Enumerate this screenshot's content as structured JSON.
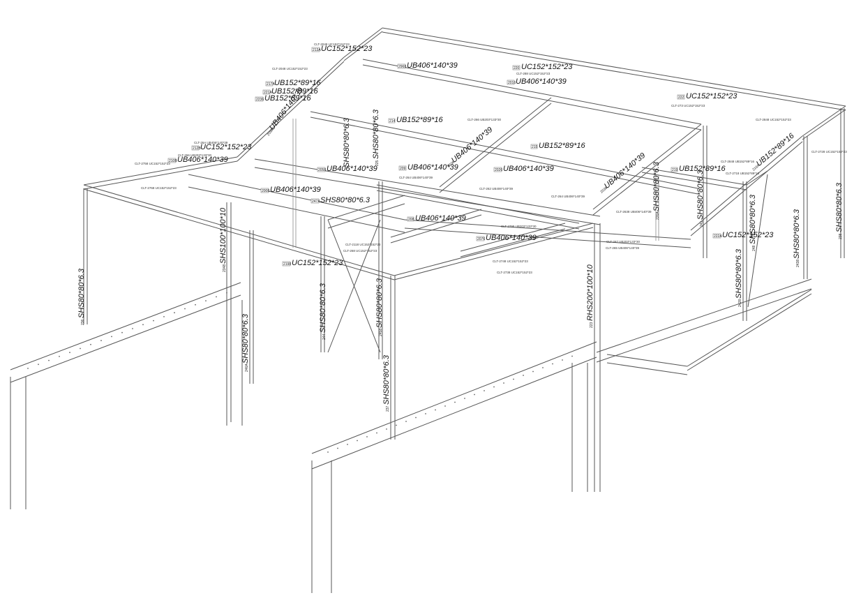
{
  "labels": [
    {
      "tag": "213A",
      "section": "UC152*152*23"
    },
    {
      "tag": "2968",
      "section": "UB406*140*39"
    },
    {
      "tag": "220",
      "section": "UC152*152*23"
    },
    {
      "tag": "2016",
      "section": "UB406*140*39"
    },
    {
      "tag": "217A",
      "section": "UB152*89*16"
    },
    {
      "tag": "221A",
      "section": "UB152*89*16"
    },
    {
      "tag": "2236",
      "section": "UB152*89*16"
    },
    {
      "tag": "222",
      "section": "UC152*152*23"
    },
    {
      "tag": "214",
      "section": "UB152*89*16"
    },
    {
      "tag": "2098",
      "section": "UB406*140*39"
    },
    {
      "tag": "212B",
      "section": "UC152*152*23"
    },
    {
      "tag": "210B",
      "section": "UB406*140*39"
    },
    {
      "tag": "",
      "section": "SHS80*80*6.3"
    },
    {
      "tag": "225",
      "section": "SHS80*80*6.3"
    },
    {
      "tag": "2058",
      "section": "UB406*140*39"
    },
    {
      "tag": "209",
      "section": "UB406*140*39"
    },
    {
      "tag": "2036",
      "section": "UB406*140*39"
    },
    {
      "tag": "215",
      "section": "UB152*89*16"
    },
    {
      "tag": "2026",
      "section": "UB406*140*39"
    },
    {
      "tag": "2038",
      "section": "UB406*140*39"
    },
    {
      "tag": "219",
      "section": "UB152*89*16"
    },
    {
      "tag": "216A",
      "section": "UB152*89*16"
    },
    {
      "tag": "2008",
      "section": "UB406*140*39"
    },
    {
      "tag": "247A",
      "section": "SHS80*80*6.3"
    },
    {
      "tag": "208",
      "section": "UB406*140*39"
    },
    {
      "tag": "2076",
      "section": "UB406*140*39"
    },
    {
      "tag": "2198",
      "section": "UC152*152*23"
    },
    {
      "tag": "222A",
      "section": "UC152*152*23"
    },
    {
      "tag": "226A",
      "section": "SHS80*80*6.3"
    },
    {
      "tag": "241",
      "section": "SHS80*80*6.3"
    },
    {
      "tag": "248",
      "section": "SHS80*80*6.3"
    },
    {
      "tag": "2348",
      "section": "SHS100*100*10"
    },
    {
      "tag": "236",
      "section": "SHS80*80*6.3"
    },
    {
      "tag": "246A",
      "section": "SHS80*80*6.3"
    },
    {
      "tag": "244",
      "section": "SHS80*80*6.3"
    },
    {
      "tag": "2458",
      "section": "SHS80*80*6.3"
    },
    {
      "tag": "223",
      "section": "RHS200*100*10"
    },
    {
      "tag": "237",
      "section": "SHS80*80*6.3"
    },
    {
      "tag": "2428",
      "section": "SHS80*80*6.3"
    },
    {
      "tag": "2438",
      "section": "SHS80*80*6.3"
    },
    {
      "tag": "238",
      "section": "SHS80*80*6.3"
    }
  ],
  "notes": [
    "CLT-2048 UC152*152*23",
    "CLT-2048 UC152*152*23",
    "CLT-288 UC152*152*23",
    "CLT-273 UC152*152*23",
    "CLT-2848 UC152*152*23",
    "CLT-266 UB203*133*30",
    "CLT-26A UB406*140*39",
    "CLT-266 UB203*133*30",
    "CLT-2758 UC152*152*23",
    "CLT-2768 UC152*152*23",
    "CLT-264 UB406*140*39",
    "CLT-262 UB406*140*39",
    "CLT-264 UB406*140*39",
    "CLT-2638 UB406*140*39",
    "CLT-2848 UB152*89*16",
    "CLT-2718 UB152*89*16",
    "CLT-2728 UC152*152*23",
    "CLT-2118 UC152*152*23",
    "CLT-268 UC152*152*23",
    "CLT-2798 UB203*133*30",
    "CLT-2748 UC152*152*23",
    "CLT-2738 UC152*152*23",
    "CLT-267 UB203*133*30",
    "CLT-265 UB406*140*39"
  ]
}
